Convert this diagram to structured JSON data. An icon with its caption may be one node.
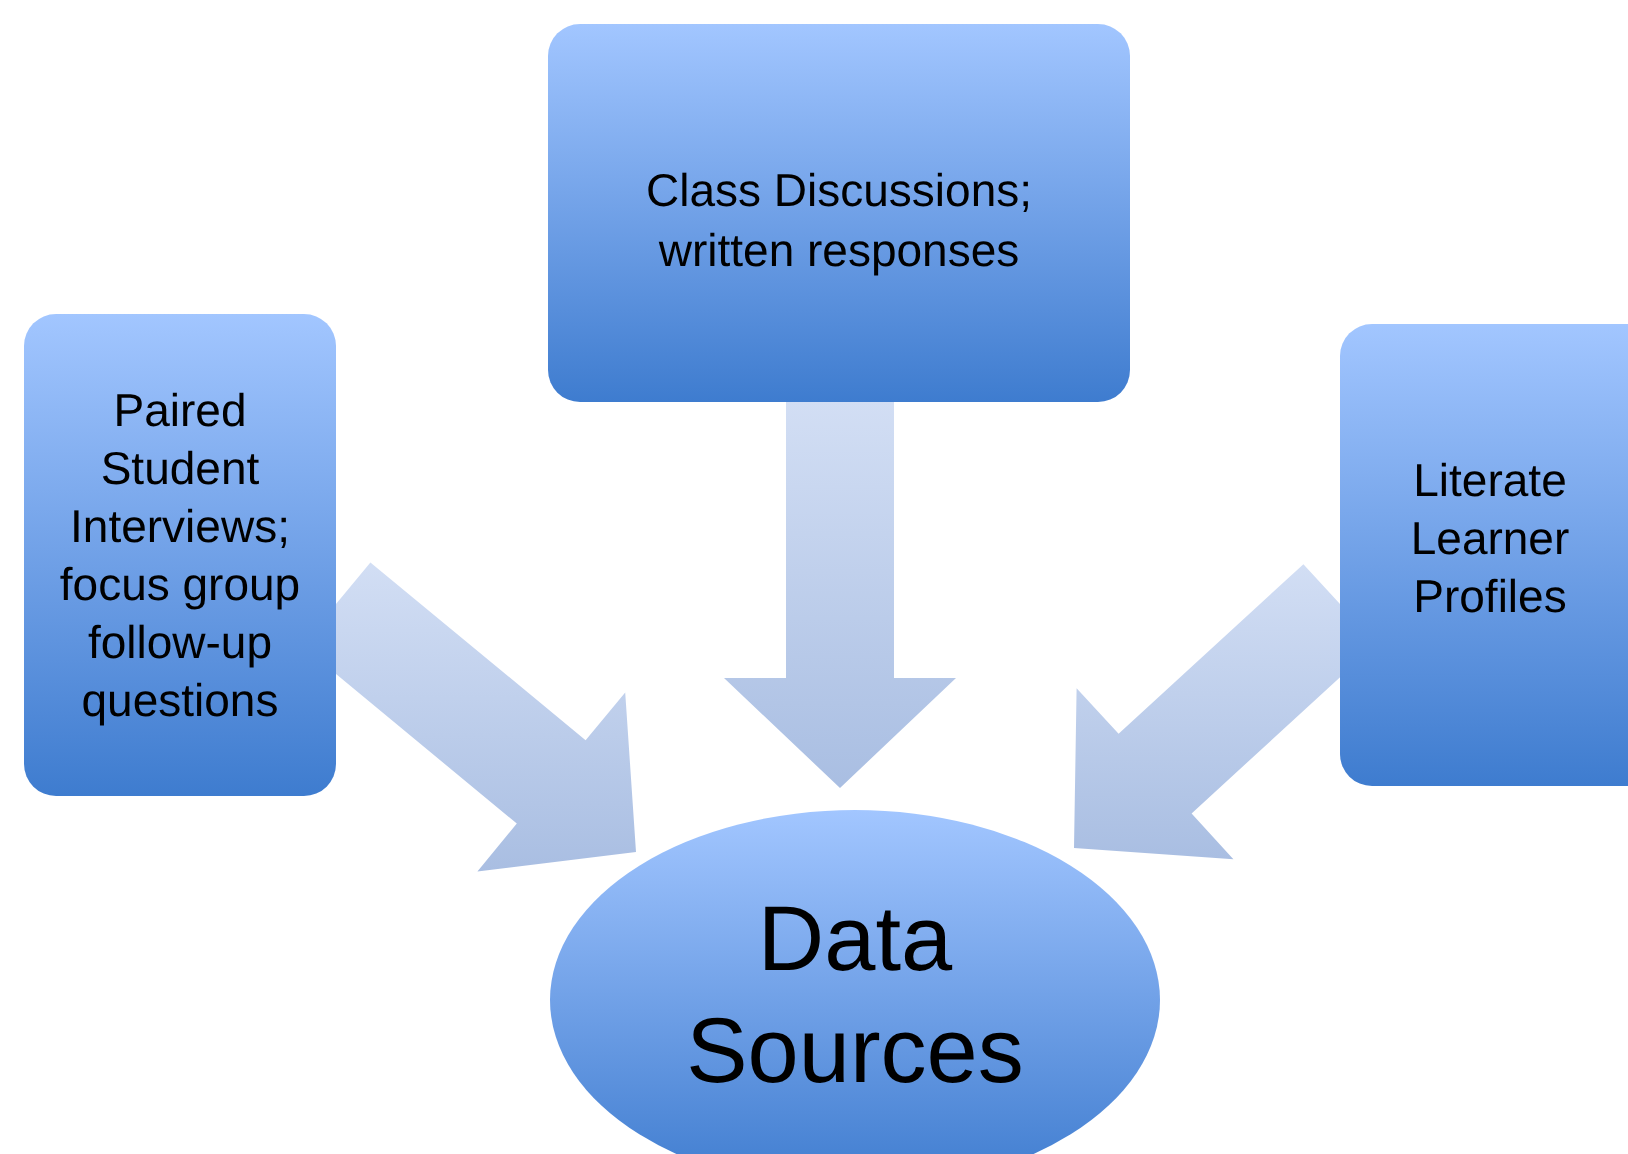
{
  "diagram": {
    "nodes": [
      {
        "text": [
          "Class Discussions; written responses"
        ]
      },
      {
        "text": [
          "Paired Student Interviews; focus group follow-up questions"
        ]
      },
      {
        "text": [
          "Literate Learner Profiles"
        ]
      },
      {
        "text": [
          "Data Sources"
        ]
      }
    ],
    "edges": [
      {
        "from": 0,
        "to": 3,
        "arrow": "to"
      },
      {
        "from": 1,
        "to": 3,
        "arrow": "to"
      },
      {
        "from": 2,
        "to": 3,
        "arrow": "to"
      }
    ]
  }
}
